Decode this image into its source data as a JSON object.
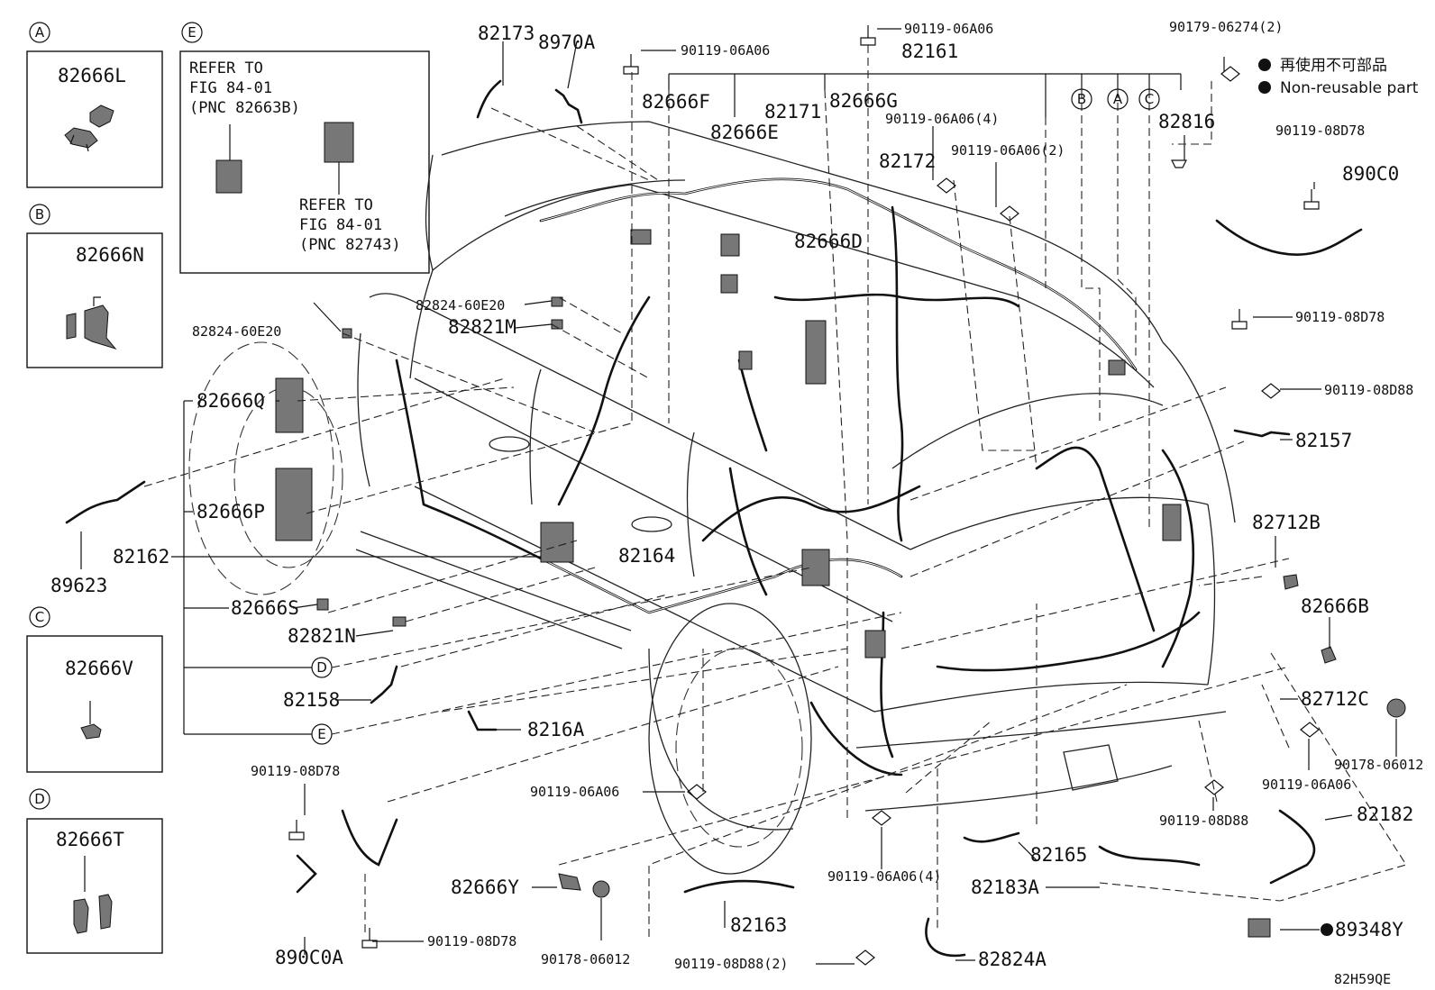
{
  "legend": {
    "reuse_jp": "再使用不可部品",
    "reuse_en": "Non-reusable part"
  },
  "diagram_code": "82H59QE",
  "insets": {
    "A": {
      "letter": "A",
      "part": "82666L"
    },
    "B": {
      "letter": "B",
      "part": "82666N"
    },
    "C": {
      "letter": "C",
      "part": "82666V"
    },
    "D": {
      "letter": "D",
      "part": "82666T"
    },
    "E": {
      "letter": "E",
      "ref1": [
        "REFER TO",
        "FIG 84-01",
        "(PNC 82663B)"
      ],
      "ref2": [
        "REFER TO",
        "FIG 84-01",
        "(PNC 82743)"
      ]
    }
  },
  "labels": {
    "p82173": "82173",
    "p8970A": "8970A",
    "b_top1": "90119-06A06",
    "b_top2": "90119-06A06",
    "b_top3": "90179-06274(2)",
    "p82161": "82161",
    "p82666F": "82666F",
    "p82666E": "82666E",
    "p82171": "82171",
    "p82666G": "82666G",
    "b_mid4": "90119-06A06(4)",
    "b_mid2": "90119-06A06(2)",
    "p82172": "82172",
    "p82666D": "82666D",
    "p82816": "82816",
    "b_890C0_top": "90119-08D78",
    "p890C0": "890C0",
    "b_890C0_bot": "90119-08D78",
    "b_08D88_right": "90119-08D88",
    "p82157": "82157",
    "p82824_a": "82824-60E20",
    "p82824_b": "82824-60E20",
    "p82821M": "82821M",
    "p82666Q": "82666Q",
    "p82666P": "82666P",
    "p82162": "82162",
    "p89623": "89623",
    "p82666S": "82666S",
    "p82821N": "82821N",
    "p82158": "82158",
    "p8216A": "8216A",
    "p82164": "82164",
    "p82712B": "82712B",
    "p82666B": "82666B",
    "p82712C": "82712C",
    "b_90178_right": "90178-06012",
    "b_06A06_right": "90119-06A06",
    "b_08D88_mid": "90119-08D88",
    "p82182": "82182",
    "b_08D78_left": "90119-08D78",
    "b_06A06_left": "90119-06A06",
    "p890C0A": "890C0A",
    "b_08D78_bot": "90119-08D78",
    "p82666Y": "82666Y",
    "b_90178_bot": "90178-06012",
    "p82163": "82163",
    "b_08D88_bot": "90119-08D88(2)",
    "p82824A": "82824A",
    "b_06A06_4bot": "90119-06A06(4)",
    "p82165": "82165",
    "p82183A": "82183A",
    "p89348Y": "89348Y",
    "circle_A": "A",
    "circle_B": "B",
    "circle_C": "C",
    "circle_D": "D",
    "circle_E": "E"
  }
}
